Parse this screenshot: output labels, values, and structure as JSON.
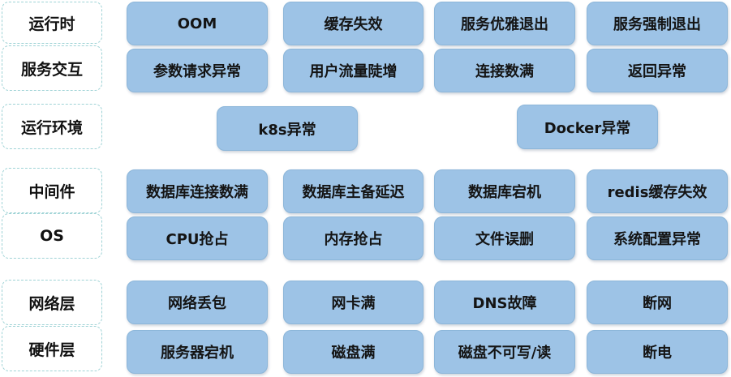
{
  "rows": [
    {
      "label": "运行时",
      "items": [
        "OOM",
        "缓存失效",
        "服务优雅退出",
        "服务强制退出"
      ]
    },
    {
      "label": "服务交互",
      "items": [
        "参数请求异常",
        "用户流量陡增",
        "连接数满",
        "返回异常"
      ]
    },
    {
      "label": "运行环境",
      "items": [
        "k8s异常",
        "Docker异常"
      ]
    },
    {
      "label": "中间件",
      "items": [
        "数据库连接数满",
        "数据库主备延迟",
        "数据库宕机",
        "redis缓存失效"
      ]
    },
    {
      "label": "OS",
      "items": [
        "CPU抢占",
        "内存抢占",
        "文件误删",
        "系统配置异常"
      ]
    },
    {
      "label": "网络层",
      "items": [
        "网络丢包",
        "网卡满",
        "DNS故障",
        "断网"
      ]
    },
    {
      "label": "硬件层",
      "items": [
        "服务器宕机",
        "磁盘满",
        "磁盘不可写/读",
        "断电"
      ]
    }
  ],
  "colors": {
    "tile_fill": "#9dc3e6",
    "label_border": "#9fd3d6"
  }
}
